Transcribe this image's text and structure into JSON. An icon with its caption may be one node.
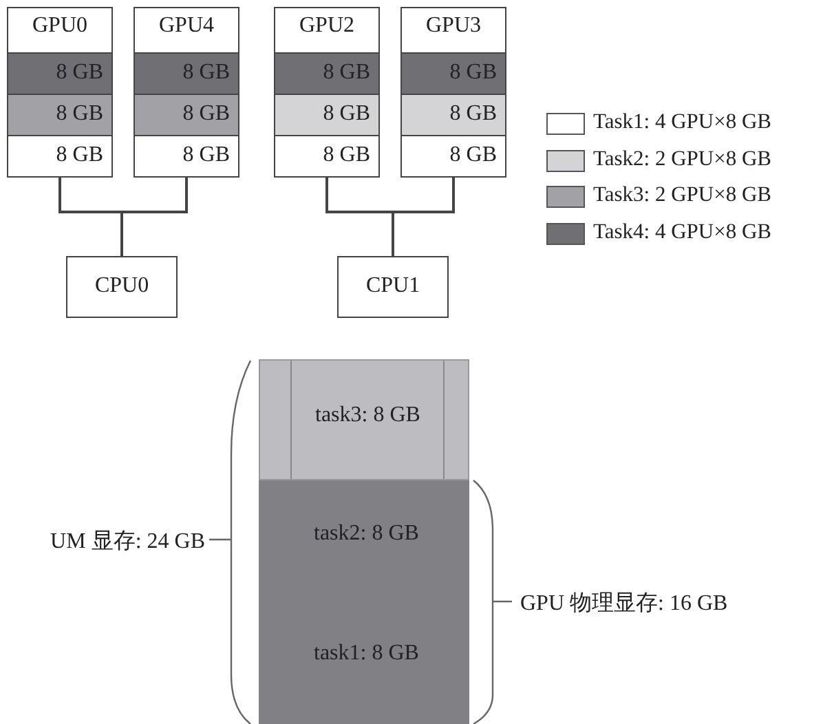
{
  "diagram": {
    "nodes": [
      {
        "text": [
          "GPU0"
        ]
      },
      {
        "text": [
          "8 GB"
        ],
        "in": 0
      },
      {
        "text": [
          "8 GB"
        ],
        "in": 0
      },
      {
        "text": [
          "8 GB"
        ],
        "in": 0
      },
      {
        "text": [
          "GPU4"
        ]
      },
      {
        "text": [
          "8 GB"
        ],
        "in": 4
      },
      {
        "text": [
          "8 GB"
        ],
        "in": 4
      },
      {
        "text": [
          "8 GB"
        ],
        "in": 4
      },
      {
        "text": [
          "GPU2"
        ]
      },
      {
        "text": [
          "8 GB"
        ],
        "in": 8
      },
      {
        "text": [
          "8 GB"
        ],
        "in": 8
      },
      {
        "text": [
          "8 GB"
        ],
        "in": 8
      },
      {
        "text": [
          "GPU3"
        ]
      },
      {
        "text": [
          "8 GB"
        ],
        "in": 12
      },
      {
        "text": [
          "8 GB"
        ],
        "in": 12
      },
      {
        "text": [
          "8 GB"
        ],
        "in": 12
      },
      {
        "text": [
          "CPU0"
        ]
      },
      {
        "text": [
          "CPU1"
        ]
      },
      {
        "text": [
          "task3: 8 GB"
        ]
      },
      {
        "text": [
          "task2: 8 GB",
          "task1: 8 GB"
        ]
      }
    ],
    "edges": [
      {
        "from": 0,
        "to": 16,
        "arrow": "none"
      },
      {
        "from": 4,
        "to": 16,
        "arrow": "none"
      },
      {
        "from": 8,
        "to": 17,
        "arrow": "none"
      },
      {
        "from": 12,
        "to": 17,
        "arrow": "none"
      }
    ],
    "labels": [
      "UM 显存: 24 GB",
      "GPU 物理显存: 16 GB"
    ],
    "legend": [
      {
        "text": "Task1: 4 GPU×8 GB",
        "color": "#ffffff"
      },
      {
        "text": "Task2: 2 GPU×8 GB",
        "color": "#d4d4d6"
      },
      {
        "text": "Task3: 2 GPU×8 GB",
        "color": "#a2a2a6"
      },
      {
        "text": "Task4: 4 GPU×8 GB",
        "color": "#6f6f74"
      }
    ]
  }
}
